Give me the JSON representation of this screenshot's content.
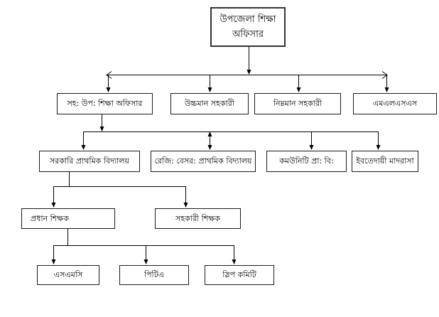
{
  "diagram": {
    "type": "org-chart",
    "background_color": "#ffffff",
    "line_color": "#000000",
    "box_border_color": "#1a1a1a",
    "nodes": {
      "root": "উপজেলা শিক্ষা অফিসার",
      "asst_upazila_education_officer": "সহ: উপ: শিক্ষা অফিসার",
      "higher_grade_assistant": "উচ্চমান সহকারী",
      "lower_grade_assistant": "নিম্নমান সহকারী",
      "mlss": "এমএলএসএস",
      "govt_primary_school": "সরকারি প্রাথমিক বিদ্যালয়",
      "regd_nongovt_primary_school": "রেজি: বেসর: প্রাথমিক বিদ্যালয়",
      "community_primary_school": "কমউনিটি প্রা: বি:",
      "ebtedayee_madrasa": "ইবতেদায়ী মাদরাসা",
      "head_teacher": "প্রধান শিক্ষক",
      "assistant_teacher": "সহকারী শিক্ষক",
      "smc": "এসএমসি",
      "pta": "পিটিএ",
      "slip_committee": "স্লিপ কমিটি"
    }
  }
}
